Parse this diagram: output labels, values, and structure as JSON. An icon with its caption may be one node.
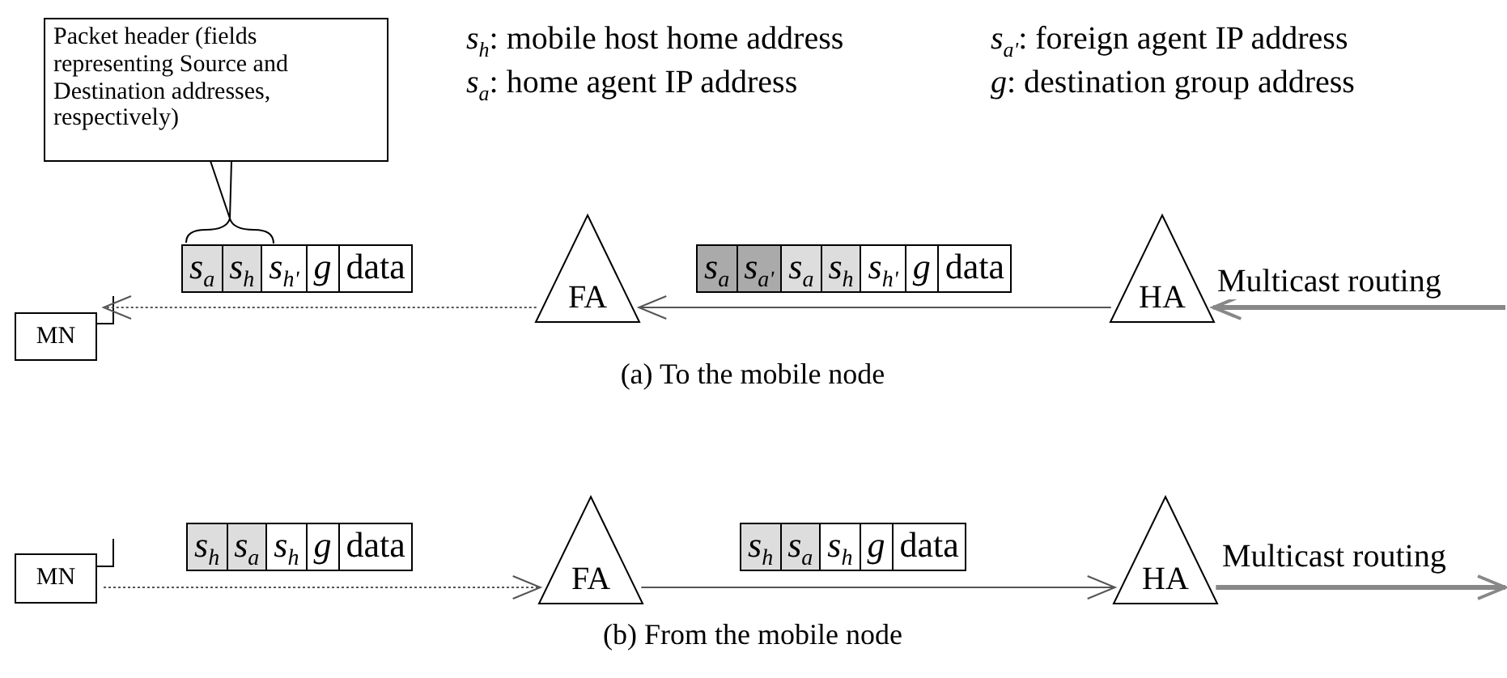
{
  "diagram": {
    "nodes": [
      {
        "text": [
          "Packet header (fields representing Source and Destination addresses, respectively)"
        ]
      },
      {
        "text": [
          "MN"
        ]
      },
      {
        "text": [
          "*s*$_{a}$",
          "*s*$_{h}$",
          "*s*$_{h'}$",
          "*g*",
          "data"
        ]
      },
      {
        "text": [
          "FA"
        ]
      },
      {
        "text": [
          "*s*$_{a}$",
          "*s*$_{a'}$",
          "*s*$_{a}$",
          "*s*$_{h}$",
          "*s*$_{h'}$",
          "*g*",
          "data"
        ]
      },
      {
        "text": [
          "HA"
        ]
      },
      {
        "text": [
          "MN"
        ]
      },
      {
        "text": [
          "*s*$_{h}$",
          "*s*$_{a}$",
          "*s*$_{h}$",
          "*g*",
          "data"
        ]
      },
      {
        "text": [
          "FA"
        ]
      },
      {
        "text": [
          "*s*$_{h}$",
          "*s*$_{a}$",
          "*s*$_{h}$",
          "*g*",
          "data"
        ]
      },
      {
        "text": [
          "HA"
        ]
      }
    ],
    "edges": [
      {
        "from": 0,
        "to": 2,
        "arrow": "none"
      },
      {
        "from": 5,
        "to": 3,
        "arrow": "to"
      },
      {
        "from": 3,
        "to": 1,
        "arrow": "to",
        "style": "dashed"
      },
      {
        "from": null,
        "to": 5,
        "arrow": "to",
        "label": "Multicast routing",
        "style": "thick",
        "color": "#888888"
      },
      {
        "from": 6,
        "to": 8,
        "arrow": "to",
        "style": "dashed"
      },
      {
        "from": 8,
        "to": 10,
        "arrow": "to"
      },
      {
        "from": 10,
        "to": null,
        "arrow": "to",
        "label": "Multicast routing",
        "style": "thick",
        "color": "#888888"
      }
    ],
    "labels": [
      "*s*$_{h}$: mobile host home address",
      "*s*$_{a'}$: foreign agent IP address",
      "*s*$_{a}$: home agent IP address",
      "*g*: destination group address",
      "(a) To the mobile node",
      "(b) From the mobile node"
    ]
  }
}
